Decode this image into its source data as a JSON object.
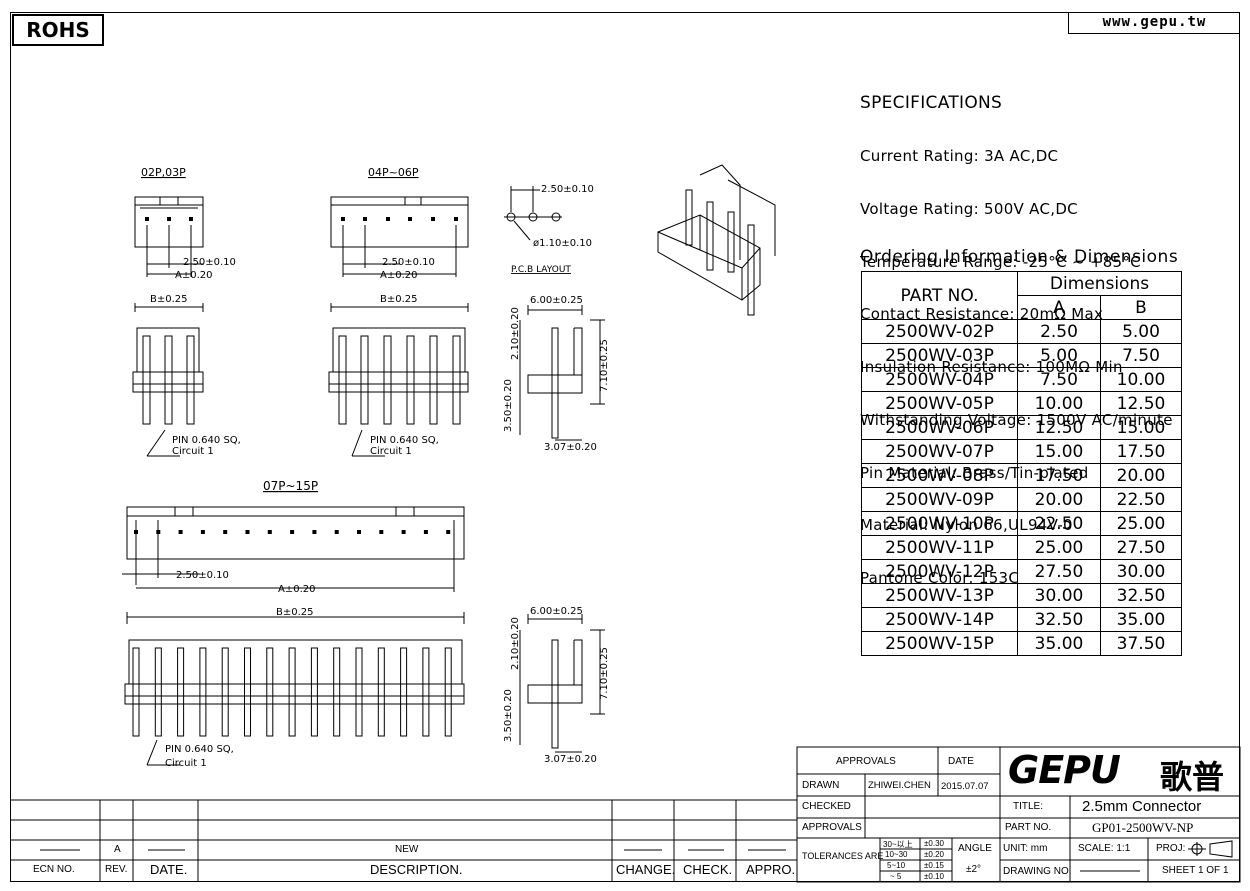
{
  "badge": "ROHS",
  "website": "www.gepu.tw",
  "specifications": {
    "title": "SPECIFICATIONS",
    "lines": [
      "Current Rating: 3A AC,DC",
      "Voltage Rating: 500V AC,DC",
      "Temperature Range: -25°C ~ +85°C",
      "Contact Resistance: 20mΩ Max",
      "Insulation Resistance: 100MΩ Min",
      "Withstanding Voltage: 1500V AC/minute",
      "Pin Material: Brass/Tin-plated",
      "Material: Nylon 66,UL94V-0",
      "Pantone Color: 153C"
    ]
  },
  "ordering": {
    "title": "Ordering Information & Dimensions",
    "header_part": "PART NO.",
    "header_dimensions": "Dimensions",
    "header_a": "A",
    "header_b": "B",
    "rows": [
      {
        "part": "2500WV-02P",
        "a": "2.50",
        "b": "5.00"
      },
      {
        "part": "2500WV-03P",
        "a": "5.00",
        "b": "7.50"
      },
      {
        "part": "2500WV-04P",
        "a": "7.50",
        "b": "10.00"
      },
      {
        "part": "2500WV-05P",
        "a": "10.00",
        "b": "12.50"
      },
      {
        "part": "2500WV-06P",
        "a": "12.50",
        "b": "15.00"
      },
      {
        "part": "2500WV-07P",
        "a": "15.00",
        "b": "17.50"
      },
      {
        "part": "2500WV-08P",
        "a": "17.50",
        "b": "20.00"
      },
      {
        "part": "2500WV-09P",
        "a": "20.00",
        "b": "22.50"
      },
      {
        "part": "2500WV-10P",
        "a": "22.50",
        "b": "25.00"
      },
      {
        "part": "2500WV-11P",
        "a": "25.00",
        "b": "27.50"
      },
      {
        "part": "2500WV-12P",
        "a": "27.50",
        "b": "30.00"
      },
      {
        "part": "2500WV-13P",
        "a": "30.00",
        "b": "32.50"
      },
      {
        "part": "2500WV-14P",
        "a": "32.50",
        "b": "35.00"
      },
      {
        "part": "2500WV-15P",
        "a": "35.00",
        "b": "37.50"
      }
    ]
  },
  "drawing": {
    "label_02p": "02P,03P",
    "label_04p": "04P~06P",
    "label_07p": "07P~15P",
    "pitch": "2.50±0.10",
    "dim_a": "A±0.20",
    "dim_b": "B±0.25",
    "pin_note_1": "PIN 0.640 SQ,",
    "pin_note_2": "Circuit 1",
    "pcb_layout": "P.C.B LAYOUT",
    "hole_dia": "ø1.10±0.10",
    "side_top": "6.00±0.25",
    "side_upper": "2.10±0.20",
    "side_lower": "3.50±0.20",
    "side_total": "7.10±0.25",
    "side_bottom": "3.07±0.20"
  },
  "title_block": {
    "approvals": "APPROVALS",
    "date": "DATE",
    "drawn": "DRAWN",
    "drawn_by": "ZHIWEI.CHEN",
    "drawn_date": "2015.07.07",
    "checked": "CHECKED",
    "approvals2": "APPROVALS",
    "tolerances": "TOLERANCES ARE",
    "tol_rows": [
      {
        "range": "30~以上",
        "tol": "±0.30"
      },
      {
        "range": "10~30",
        "tol": "±0.20"
      },
      {
        "range": "5~10",
        "tol": "±0.15"
      },
      {
        "range": "~ 5",
        "tol": "±0.10"
      }
    ],
    "angle": "ANGLE",
    "angle_tol": "±2°",
    "logo": "GEPU",
    "logo_cn": "歌普",
    "title_label": "TITLE:",
    "title_value": "2.5mm Connector",
    "part_label": "PART NO.",
    "part_value": "GP01-2500WV-NP",
    "unit": "UNIT: mm",
    "scale": "SCALE:  1:1",
    "proj": "PROJ:",
    "drawing_no": "DRAWING NO.",
    "sheet": "SHEET  1 OF 1"
  },
  "revision_block": {
    "rev_value": "A",
    "new_value": "NEW",
    "ecn": "ECN NO.",
    "rev": "REV.",
    "date": "DATE.",
    "description": "DESCRIPTION.",
    "change": "CHANGE.",
    "check": "CHECK.",
    "appro": "APPRO."
  }
}
